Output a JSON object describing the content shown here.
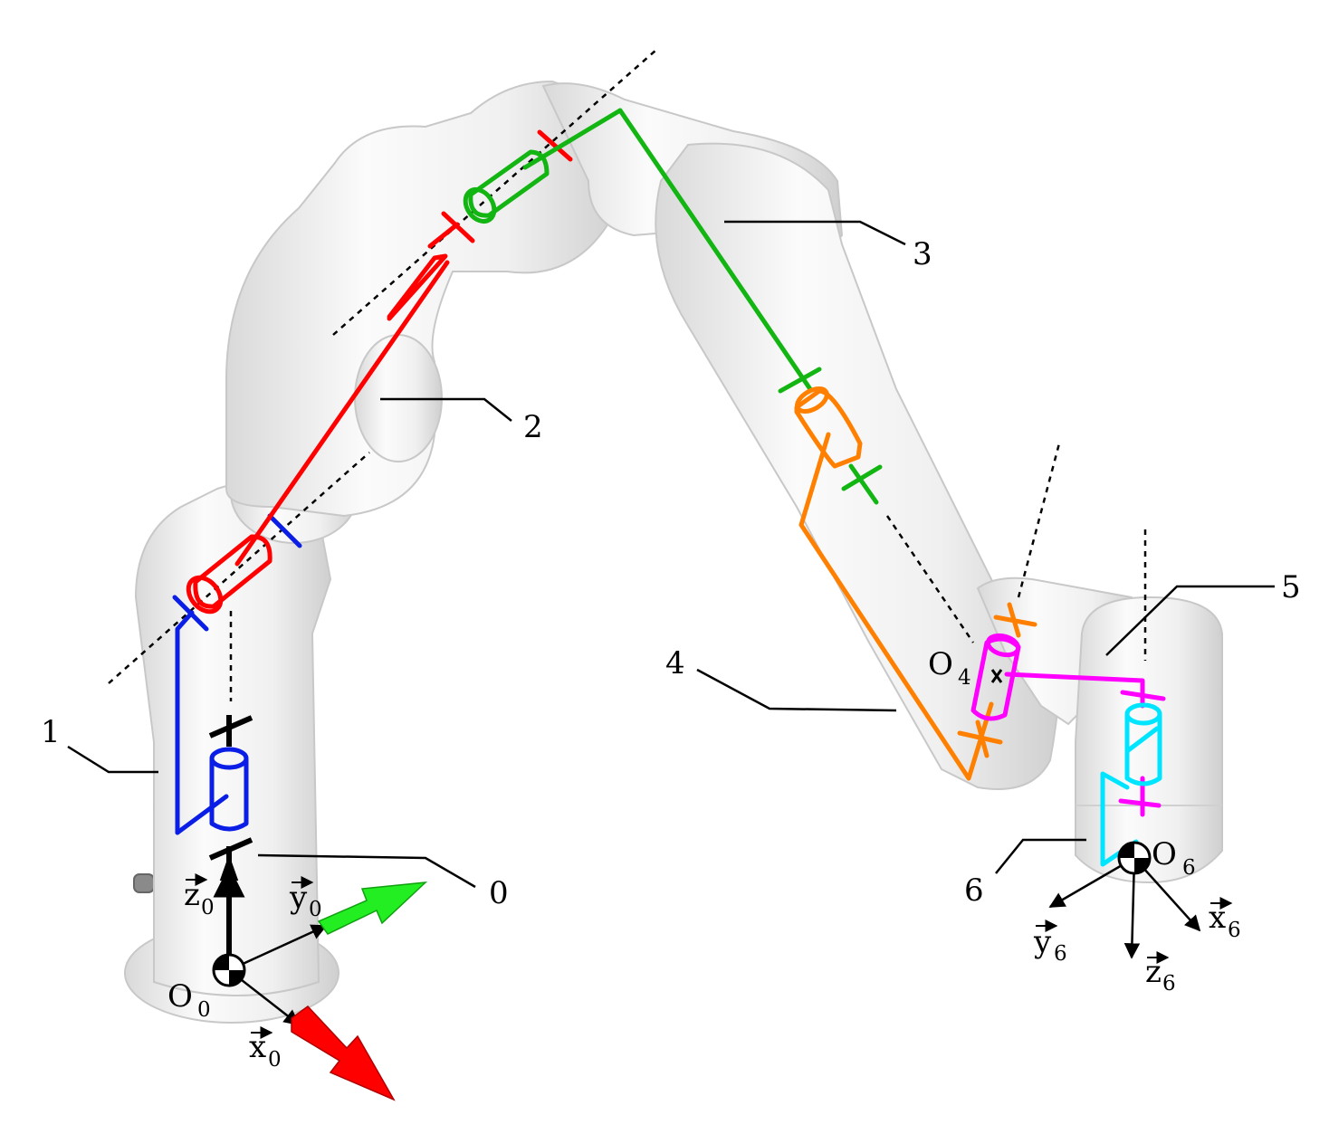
{
  "link_labels": {
    "l0": "0",
    "l1": "1",
    "l2": "2",
    "l3": "3",
    "l4": "4",
    "l5": "5",
    "l6": "6"
  },
  "frames": {
    "base": {
      "origin": "O",
      "origin_sub": "0",
      "x": "x",
      "x_sub": "0",
      "y": "y",
      "y_sub": "0",
      "z": "z",
      "z_sub": "0"
    },
    "joint4": {
      "origin": "O",
      "origin_sub": "4"
    },
    "tool": {
      "origin": "O",
      "origin_sub": "6",
      "x": "x",
      "x_sub": "6",
      "y": "y",
      "y_sub": "6",
      "z": "z",
      "z_sub": "6"
    }
  },
  "colors": {
    "link1": "#0a1ee6",
    "link2": "#ff0000",
    "link3": "#12b512",
    "link4": "#ff8000",
    "link5": "#ff00ff",
    "link6": "#00e5ff",
    "base": "#000000",
    "x_arrow": "#ff0000",
    "y_arrow": "#22ee22",
    "robot_body": "#ececec"
  }
}
